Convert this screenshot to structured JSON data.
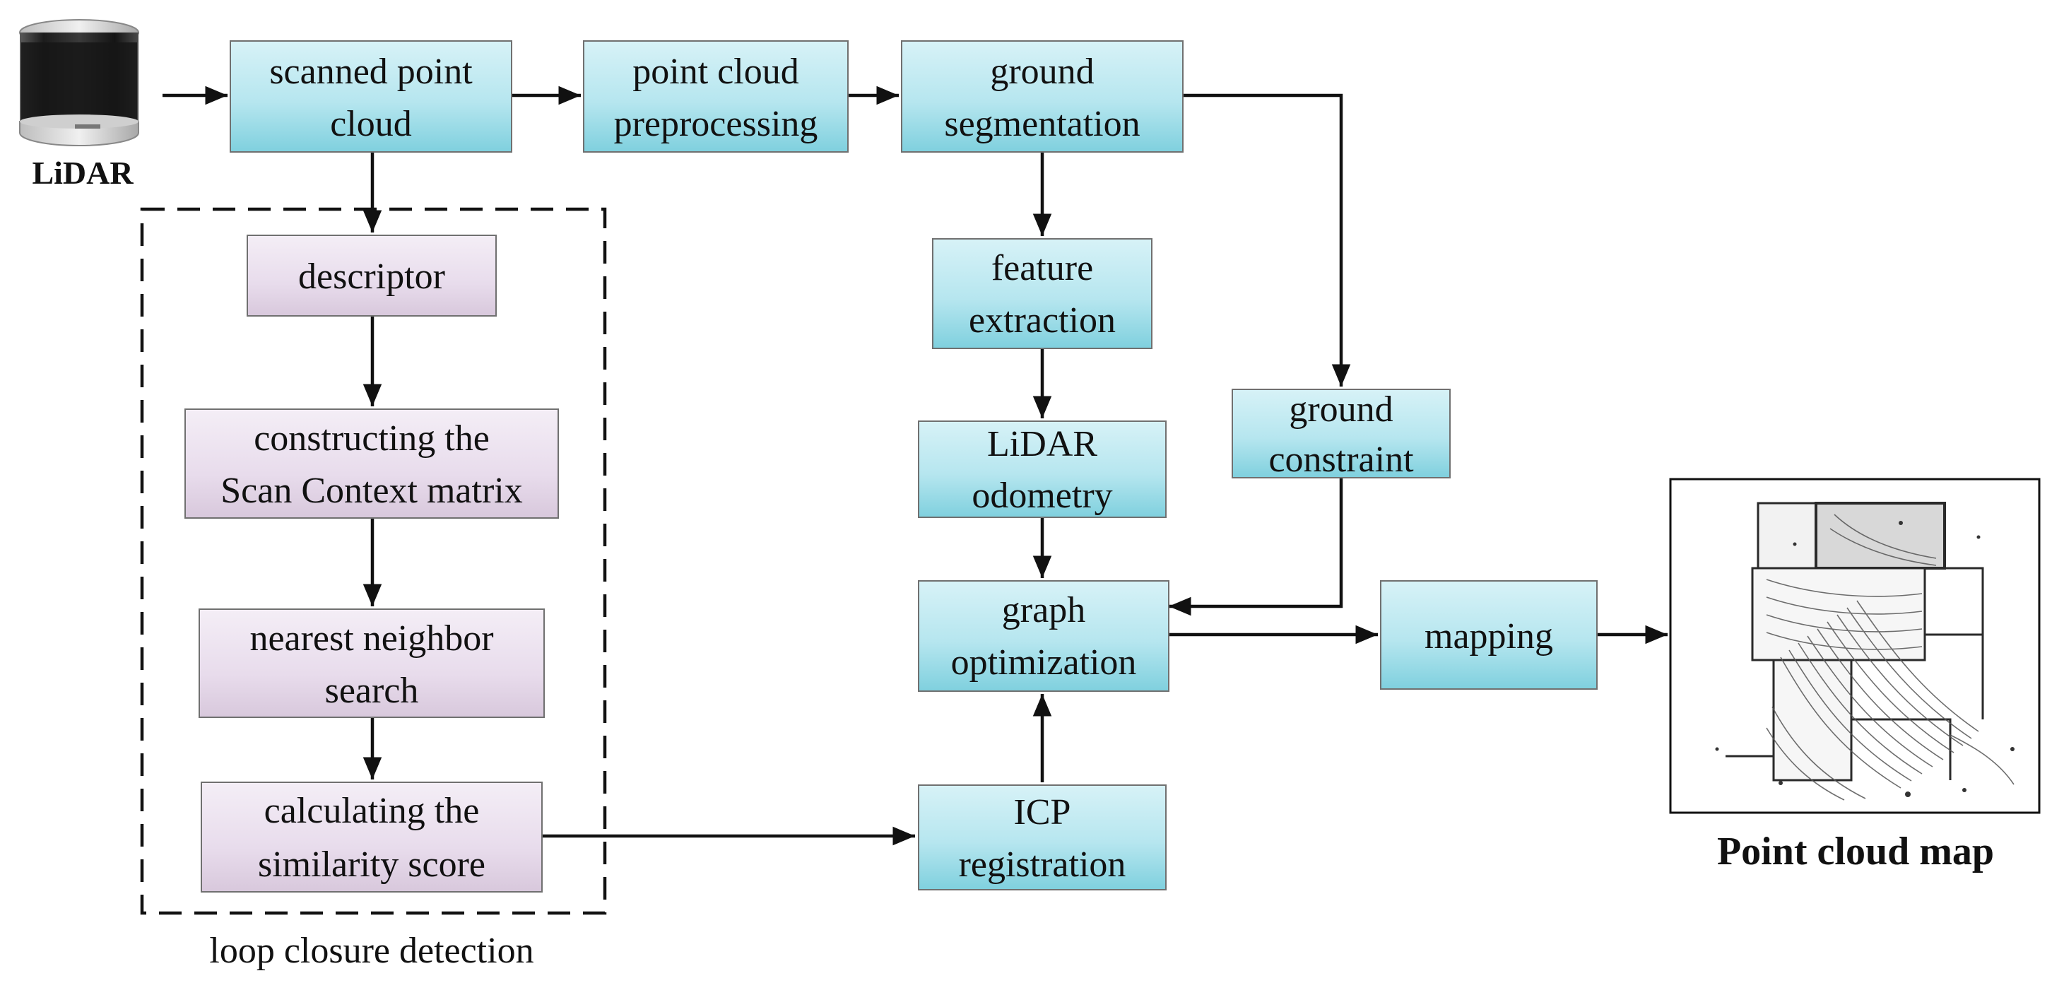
{
  "labels": {
    "lidar": "LiDAR",
    "loop_closure": "loop closure detection",
    "point_cloud_map": "Point cloud map"
  },
  "boxes": {
    "scanned": [
      "scanned point",
      "cloud"
    ],
    "preprocess": [
      "point cloud",
      "preprocessing"
    ],
    "ground_seg": [
      "ground",
      "segmentation"
    ],
    "feature": [
      "feature",
      "extraction"
    ],
    "odometry": [
      "LiDAR",
      "odometry"
    ],
    "ground_constraint": [
      "ground",
      "constraint"
    ],
    "graph_opt": [
      "graph",
      "optimization"
    ],
    "mapping": [
      "mapping"
    ],
    "icp": [
      "ICP",
      "registration"
    ],
    "descriptor": [
      "descriptor"
    ],
    "scan_context": [
      "constructing the",
      "Scan Context matrix"
    ],
    "nn_search": [
      "nearest neighbor",
      "search"
    ],
    "similarity": [
      "calculating the",
      "similarity score"
    ]
  },
  "colors": {
    "cyan_top": "#d7f2f7",
    "cyan_bottom": "#7fd0de",
    "purple_top": "#f4eef6",
    "purple_bottom": "#d8c8dc",
    "box_border": "#707070",
    "line": "#111111"
  },
  "icons": {
    "lidar_sensor": "lidar-sensor-icon",
    "map_image": "point-cloud-map-image"
  }
}
